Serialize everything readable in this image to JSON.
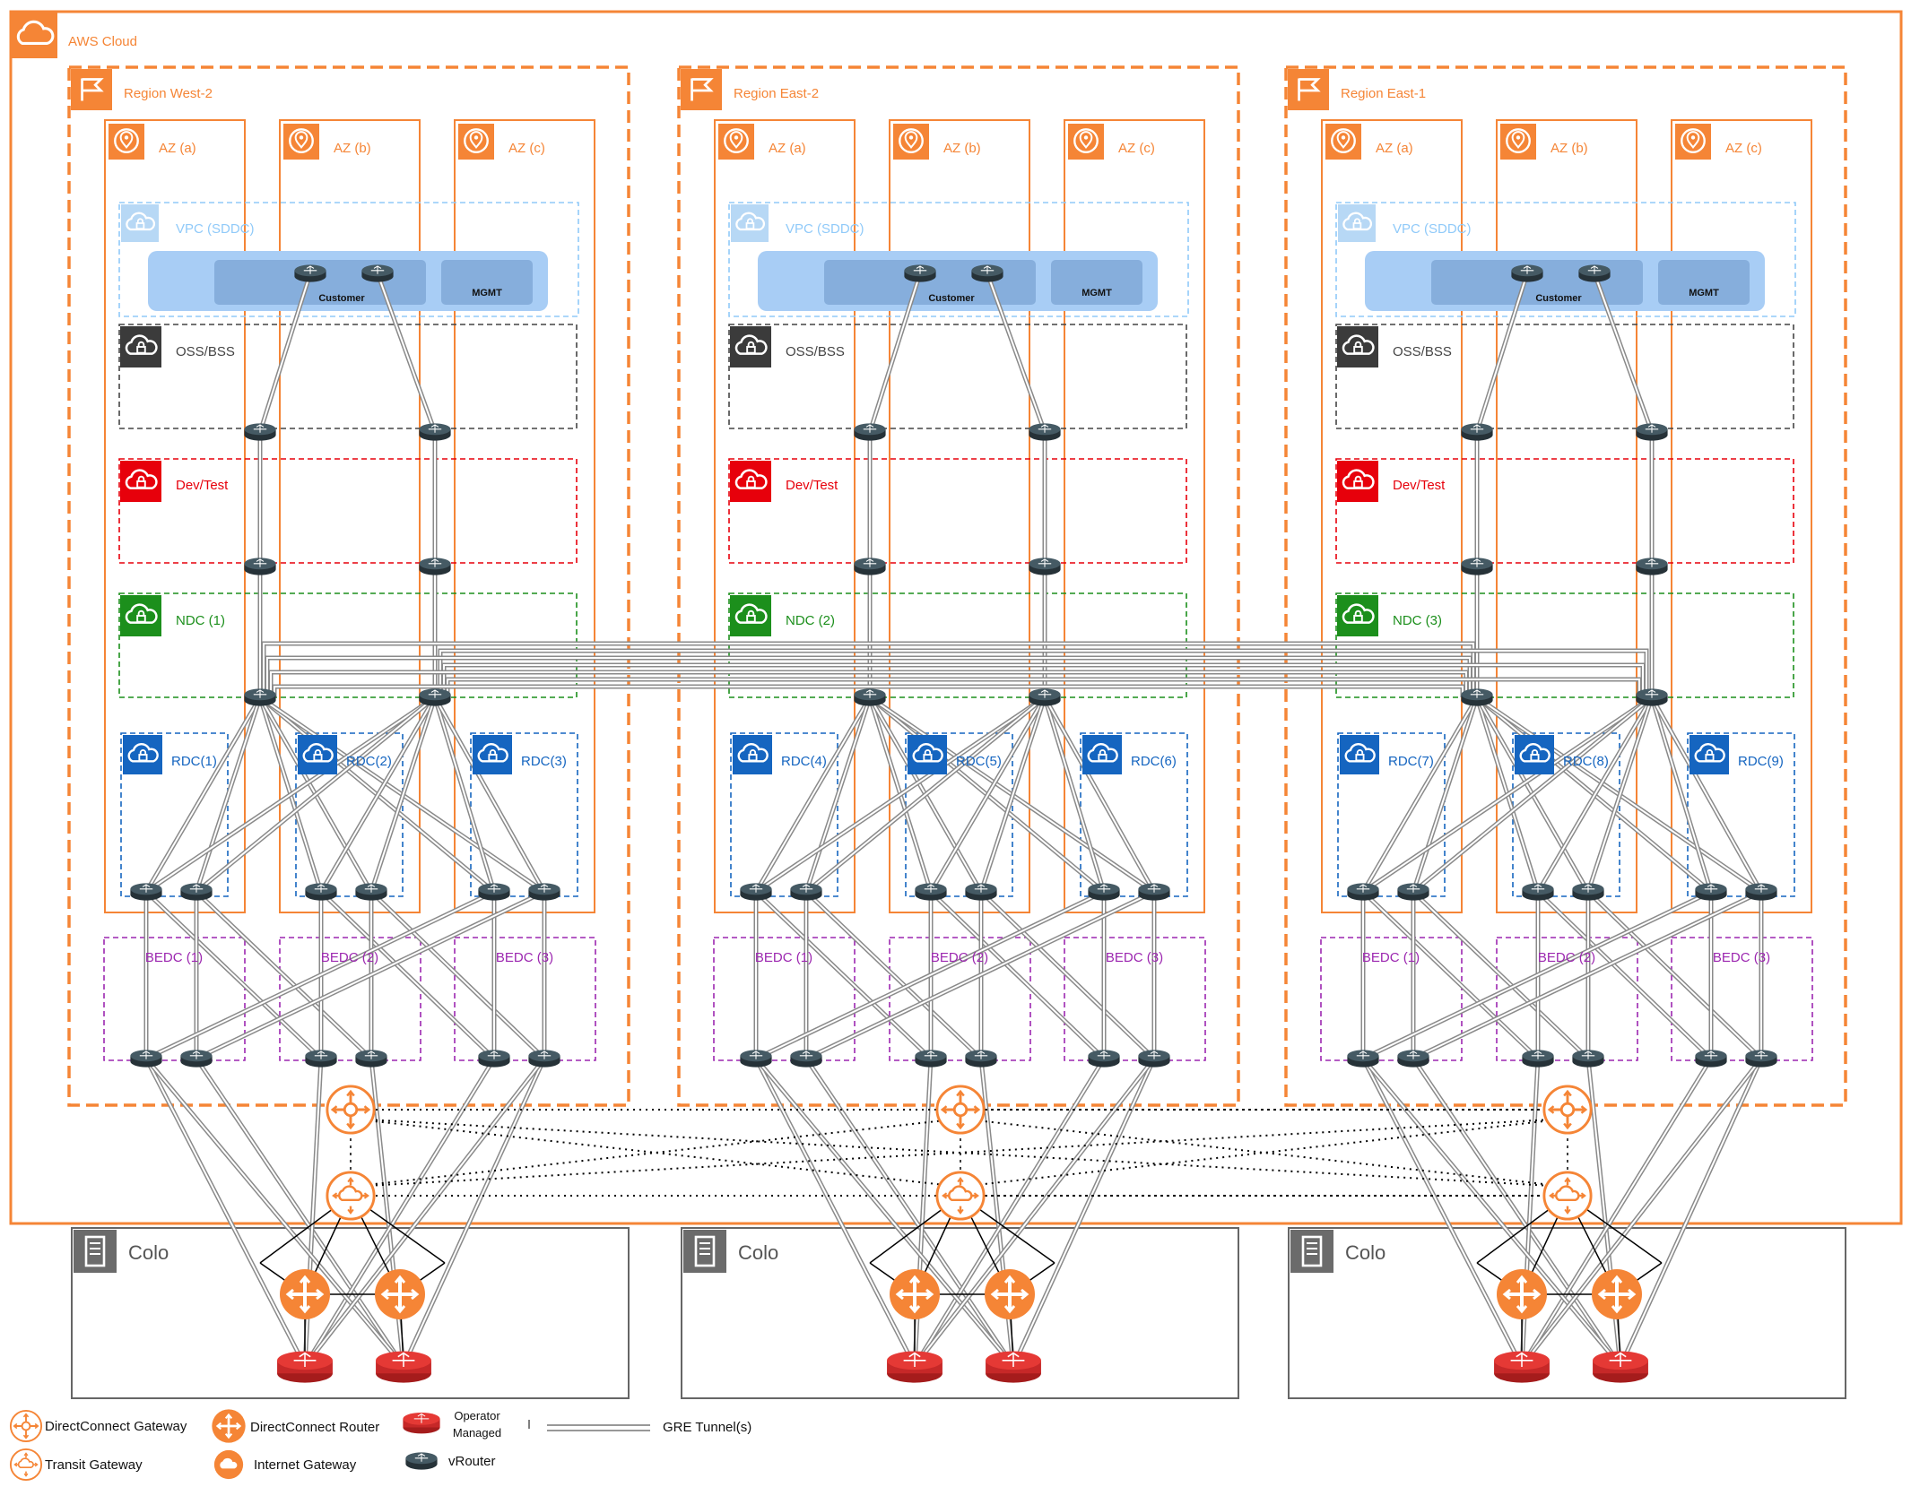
{
  "cloud": {
    "title": "AWS Cloud"
  },
  "regions": [
    {
      "name": "Region West-2",
      "azs": [
        "AZ (a)",
        "AZ (b)",
        "AZ (c)"
      ],
      "ndc": "NDC (1)",
      "rdcs": [
        "RDC(1)",
        "RDC(2)",
        "RDC(3)"
      ],
      "bedcs": [
        "BEDC (1)",
        "BEDC (2)",
        "BEDC (3)"
      ]
    },
    {
      "name": "Region East-2",
      "azs": [
        "AZ (a)",
        "AZ (b)",
        "AZ (c)"
      ],
      "ndc": "NDC (2)",
      "rdcs": [
        "RDC(4)",
        "RDC(5)",
        "RDC(6)"
      ],
      "bedcs": [
        "BEDC (1)",
        "BEDC (2)",
        "BEDC (3)"
      ]
    },
    {
      "name": "Region East-1",
      "azs": [
        "AZ (a)",
        "AZ (b)",
        "AZ (c)"
      ],
      "ndc": "NDC (3)",
      "rdcs": [
        "RDC(7)",
        "RDC(8)",
        "RDC(9)"
      ],
      "bedcs": [
        "BEDC (1)",
        "BEDC (2)",
        "BEDC (3)"
      ]
    }
  ],
  "vpc": {
    "title": "VPC (SDDC)",
    "customer": "Customer",
    "mgmt": "MGMT"
  },
  "oss": "OSS/BSS",
  "devtest": "Dev/Test",
  "colo": "Colo",
  "legend": {
    "dcgw": "DirectConnect Gateway",
    "tgw": "Transit Gateway",
    "dcr": "DirectConnect Router",
    "igw": "Internet Gateway",
    "operator1": "Operator",
    "operator2": "Managed",
    "vrouter": "vRouter",
    "gre": "GRE Tunnel(s)"
  },
  "colors": {
    "aws_orange": "#f58536",
    "vpc_blue": "#90caf9",
    "oss_gray": "#444444",
    "devtest_red": "#e7000b",
    "ndc_green": "#1c8f1c",
    "rdc_blue": "#1565c0",
    "bedc_purple": "#9c27b0",
    "operator_red": "#d32f2f",
    "vrouter_navy": "#37474f"
  }
}
